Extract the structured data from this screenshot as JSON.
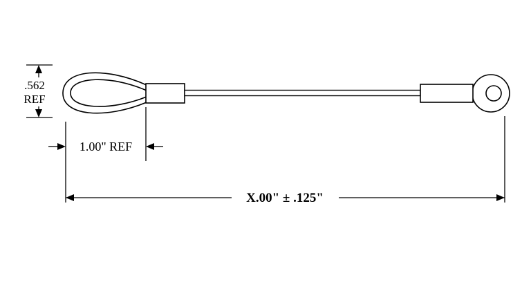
{
  "drawing": {
    "line_color": "#000000",
    "background_color": "#ffffff",
    "components": {
      "left_end": "thimble-eye-loop",
      "middle": "crimped-ferrule-and-cable",
      "right_end": "eyelet-ring-terminal"
    },
    "dimensions": {
      "loop_height": {
        "line1": ".562",
        "line2": "REF"
      },
      "loop_length": "1.00\" REF",
      "overall_length": "X.00\" ± .125\""
    }
  }
}
